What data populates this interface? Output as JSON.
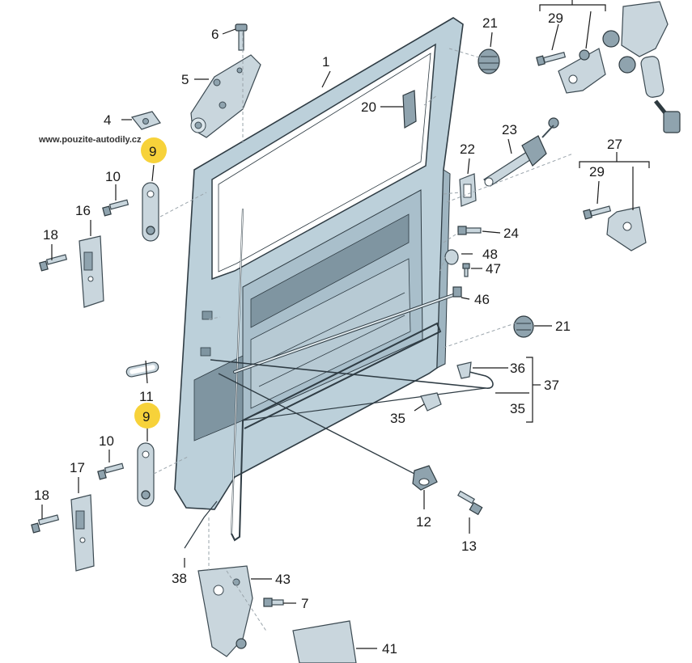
{
  "watermark": "www.pouzite-autodily.cz",
  "labels": {
    "l1": "1",
    "l4": "4",
    "l5": "5",
    "l6": "6",
    "l9a": "9",
    "l9b": "9",
    "l10a": "10",
    "l10b": "10",
    "l11": "11",
    "l12": "12",
    "l13": "13",
    "l16": "16",
    "l17": "17",
    "l18a": "18",
    "l18b": "18",
    "l20": "20",
    "l21a": "21",
    "l21b": "21",
    "l22": "22",
    "l23": "23",
    "l24": "24",
    "l27": "27",
    "l29a": "29",
    "l29b": "29",
    "l35a": "35",
    "l35b": "35",
    "l36": "36",
    "l37": "37",
    "l38": "38",
    "l41": "41",
    "l43": "43",
    "l46": "46",
    "l47": "47",
    "l48": "48",
    "l7": "7"
  },
  "colors": {
    "highlight": "#f7d23a",
    "door": "#bcd0da",
    "outline": "#2f3c44"
  }
}
